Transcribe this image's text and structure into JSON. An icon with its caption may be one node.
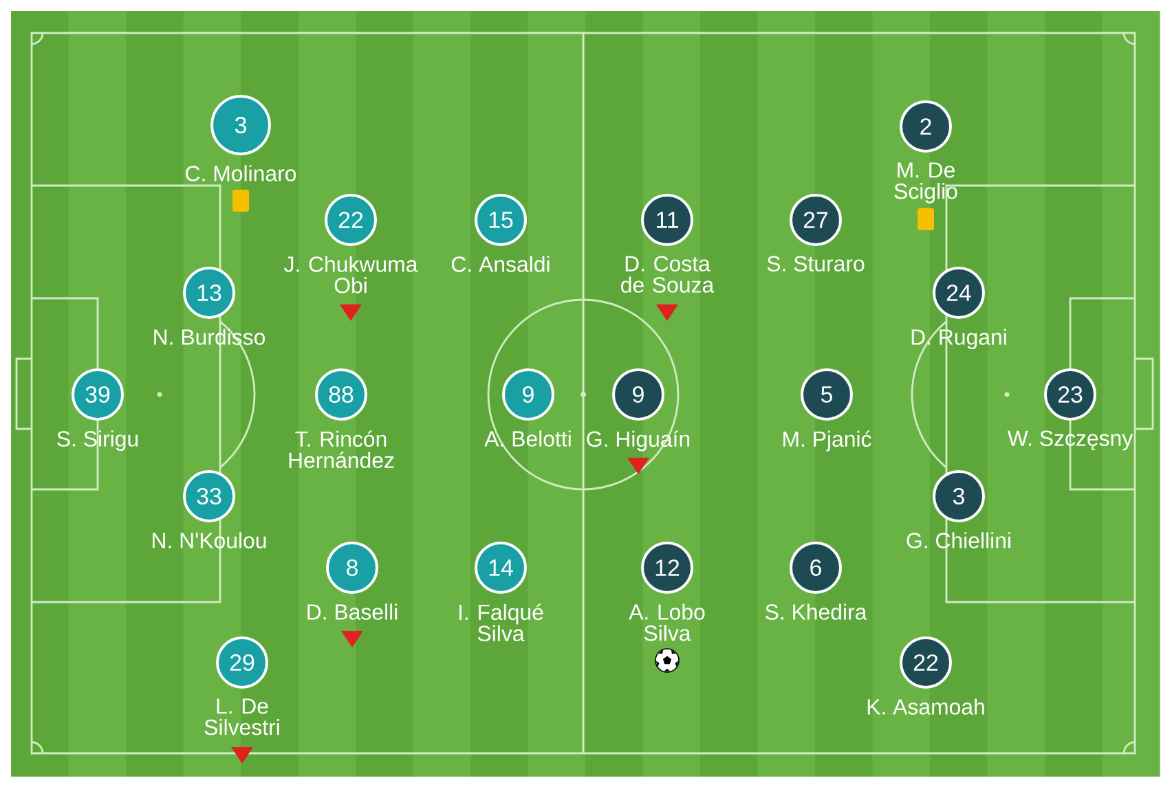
{
  "diagram": {
    "nodes": [
      {
        "text": [
          "3"
        ],
        "beside": [
          "C. Molinaro"
        ]
      },
      {
        "text": [
          "2"
        ],
        "beside": [
          "M. De Sciglio"
        ]
      },
      {
        "text": [
          "22"
        ],
        "beside": [
          "J. Chukwuma Obi"
        ]
      },
      {
        "text": [
          "15"
        ],
        "beside": [
          "C. Ansaldi"
        ]
      },
      {
        "text": [
          "11"
        ],
        "beside": [
          "D. Costa de Souza"
        ]
      },
      {
        "text": [
          "27"
        ],
        "beside": [
          "S. Sturaro"
        ]
      },
      {
        "text": [
          "13"
        ],
        "beside": [
          "N. Burdisso"
        ]
      },
      {
        "text": [
          "24"
        ],
        "beside": [
          "D. Rugani"
        ]
      },
      {
        "text": [
          "39"
        ],
        "beside": [
          "S. Sirigu"
        ]
      },
      {
        "text": [
          "88"
        ],
        "beside": [
          "T. Rincón Hernández"
        ]
      },
      {
        "text": [
          "9"
        ],
        "beside": [
          "A. Belotti"
        ]
      },
      {
        "text": [
          "9"
        ],
        "beside": [
          "G. Higuaín"
        ]
      },
      {
        "text": [
          "5"
        ],
        "beside": [
          "M. Pjanić"
        ]
      },
      {
        "text": [
          "23"
        ],
        "beside": [
          "W. Szczęsny"
        ]
      },
      {
        "text": [
          "33"
        ],
        "beside": [
          "N. N'Koulou"
        ]
      },
      {
        "text": [
          "3"
        ],
        "beside": [
          "G. Chiellini"
        ]
      },
      {
        "text": [
          "8"
        ],
        "beside": [
          "D. Baselli"
        ]
      },
      {
        "text": [
          "14"
        ],
        "beside": [
          "I. Falqué Silva"
        ]
      },
      {
        "text": [
          "12"
        ],
        "beside": [
          "A. Lobo Silva"
        ]
      },
      {
        "text": [
          "6"
        ],
        "beside": [
          "S. Khedira"
        ]
      },
      {
        "text": [
          "29"
        ],
        "beside": [
          "L. De Silvestri"
        ]
      },
      {
        "text": [
          "22"
        ],
        "beside": [
          "K. Asamoah"
        ]
      }
    ]
  }
}
